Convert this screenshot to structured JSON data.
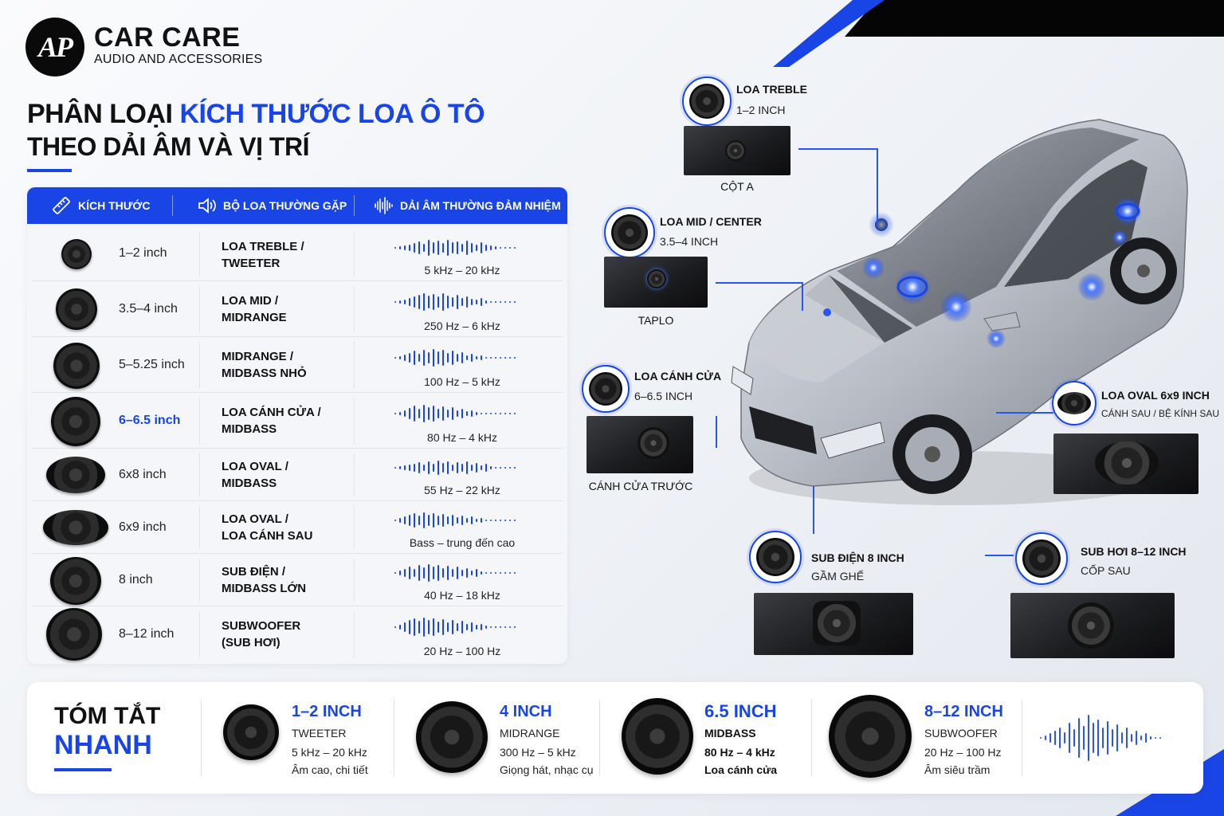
{
  "brand": {
    "logo": "AP",
    "name": "CAR CARE",
    "tagline": "AUDIO AND ACCESSORIES"
  },
  "title": {
    "part1": "PHÂN LOẠI ",
    "part1_blue": "KÍCH THƯỚC LOA Ô TÔ",
    "line2": "THEO DẢI ÂM VÀ VỊ TRÍ"
  },
  "table": {
    "headers": [
      "KÍCH THƯỚC",
      "BỘ LOA THƯỜNG GẶP",
      "DẢI ÂM THƯỜNG ĐẢM NHIỆM"
    ],
    "rows": [
      {
        "size": "1–2 inch",
        "name1": "LOA TREBLE /",
        "name2": "TWEETER",
        "freq": "5 kHz – 20 kHz"
      },
      {
        "size": "3.5–4 inch",
        "name1": "LOA MID /",
        "name2": "MIDRANGE",
        "freq": "250 Hz – 6 kHz"
      },
      {
        "size": "5–5.25 inch",
        "name1": "MIDRANGE /",
        "name2": "MIDBASS NHỎ",
        "freq": "100 Hz – 5 kHz"
      },
      {
        "size": "6–6.5 inch",
        "name1": "LOA CÁNH CỬA /",
        "name2": "MIDBASS",
        "freq": "80 Hz – 4 kHz"
      },
      {
        "size": "6x8 inch",
        "name1": "LOA OVAL /",
        "name2": "MIDBASS",
        "freq": "55 Hz – 22 kHz"
      },
      {
        "size": "6x9 inch",
        "name1": "LOA OVAL /",
        "name2": "LOA CÁNH SAU",
        "freq": "Bass – trung đến cao"
      },
      {
        "size": "8 inch",
        "name1": "SUB ĐIỆN /",
        "name2": "MIDBASS LỚN",
        "freq": "40 Hz – 18 kHz"
      },
      {
        "size": "8–12 inch",
        "name1": "SUBWOOFER",
        "name2": "(SUB HƠI)",
        "freq": "20 Hz – 100 Hz"
      }
    ]
  },
  "locations": {
    "treble": {
      "title": "LOA TREBLE",
      "size": "1–2 INCH",
      "place": "CỘT A"
    },
    "mid": {
      "title": "LOA MID / CENTER",
      "size": "3.5–4 INCH",
      "place": "TAPLO"
    },
    "door": {
      "title": "LOA CÁNH CỬA",
      "size": "6–6.5 INCH",
      "place": "CÁNH CỬA TRƯỚC"
    },
    "oval": {
      "title": "LOA OVAL 6x9 INCH",
      "size": "CÁNH SAU / BỆ KÍNH SAU"
    },
    "subdien": {
      "title": "SUB ĐIỆN 8 INCH",
      "size": "GẦM GHẾ"
    },
    "subhoi": {
      "title": "SUB HƠI 8–12 INCH",
      "size": "CỐP SAU"
    }
  },
  "summary": {
    "title1": "TÓM TẮT",
    "title2": "NHANH",
    "items": [
      {
        "head": "1–2 INCH",
        "type": "TWEETER",
        "freq": "5 kHz – 20 kHz",
        "desc": "Âm cao, chi tiết"
      },
      {
        "head": "4 INCH",
        "type": "MIDRANGE",
        "freq": "300 Hz – 5 kHz",
        "desc": "Giọng hát, nhạc cụ"
      },
      {
        "head": "6.5 INCH",
        "type": "MIDBASS",
        "freq": "80 Hz – 4 kHz",
        "desc": "Loa cánh cửa"
      },
      {
        "head": "8–12 INCH",
        "type": "SUBWOOFER",
        "freq": "20 Hz – 100 Hz",
        "desc": "Âm siêu trầm"
      }
    ]
  },
  "colors": {
    "accent": "#1a45e6",
    "dark": "#0a0a0a"
  },
  "icons": [
    "ruler-icon",
    "speaker-icon",
    "soundwave-icon"
  ]
}
